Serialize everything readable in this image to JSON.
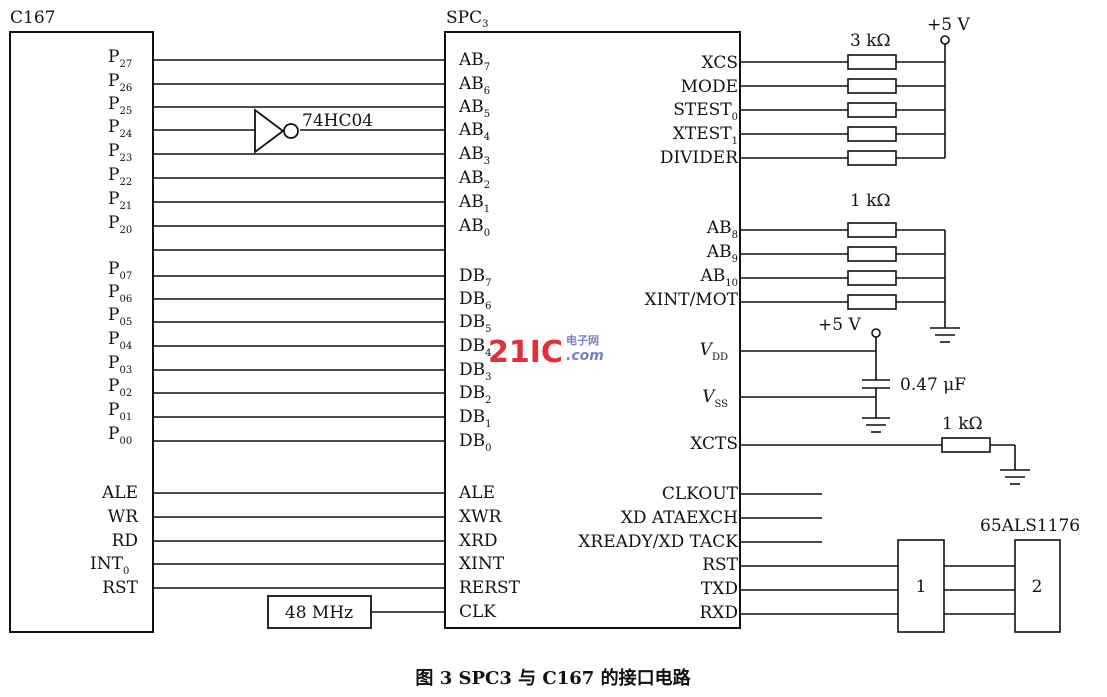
{
  "c167": {
    "title": "C167",
    "p_pins": [
      {
        "main": "P",
        "sub": "27"
      },
      {
        "main": "P",
        "sub": "26"
      },
      {
        "main": "P",
        "sub": "25"
      },
      {
        "main": "P",
        "sub": "24"
      },
      {
        "main": "P",
        "sub": "23"
      },
      {
        "main": "P",
        "sub": "22"
      },
      {
        "main": "P",
        "sub": "21"
      },
      {
        "main": "P",
        "sub": "20"
      },
      {
        "main": "P",
        "sub": "07"
      },
      {
        "main": "P",
        "sub": "06"
      },
      {
        "main": "P",
        "sub": "05"
      },
      {
        "main": "P",
        "sub": "04"
      },
      {
        "main": "P",
        "sub": "03"
      },
      {
        "main": "P",
        "sub": "02"
      },
      {
        "main": "P",
        "sub": "01"
      },
      {
        "main": "P",
        "sub": "00"
      }
    ],
    "ctrl_pins": [
      {
        "main": "ALE",
        "sub": ""
      },
      {
        "main": "WR",
        "sub": ""
      },
      {
        "main": "RD",
        "sub": ""
      },
      {
        "main": "INT",
        "sub": "0"
      },
      {
        "main": "RST",
        "sub": ""
      }
    ]
  },
  "spc3": {
    "title_main": "SPC",
    "title_sub": "3",
    "ab_pins": [
      {
        "main": "AB",
        "sub": "7"
      },
      {
        "main": "AB",
        "sub": "6"
      },
      {
        "main": "AB",
        "sub": "5"
      },
      {
        "main": "AB",
        "sub": "4"
      },
      {
        "main": "AB",
        "sub": "3"
      },
      {
        "main": "AB",
        "sub": "2"
      },
      {
        "main": "AB",
        "sub": "1"
      },
      {
        "main": "AB",
        "sub": "0"
      }
    ],
    "db_pins": [
      {
        "main": "DB",
        "sub": "7"
      },
      {
        "main": "DB",
        "sub": "6"
      },
      {
        "main": "DB",
        "sub": "5"
      },
      {
        "main": "DB",
        "sub": "4"
      },
      {
        "main": "DB",
        "sub": "3"
      },
      {
        "main": "DB",
        "sub": "2"
      },
      {
        "main": "DB",
        "sub": "1"
      },
      {
        "main": "DB",
        "sub": "0"
      }
    ],
    "left_ctrl": [
      {
        "main": "ALE",
        "sub": ""
      },
      {
        "main": "XWR",
        "sub": ""
      },
      {
        "main": "XRD",
        "sub": ""
      },
      {
        "main": "XINT",
        "sub": ""
      },
      {
        "main": "RERST",
        "sub": ""
      },
      {
        "main": "CLK",
        "sub": ""
      }
    ],
    "right_top": [
      {
        "main": "XCS",
        "sub": ""
      },
      {
        "main": "MODE",
        "sub": ""
      },
      {
        "main": "STEST",
        "sub": "0"
      },
      {
        "main": "XTEST",
        "sub": "1"
      },
      {
        "main": "DIVIDER",
        "sub": ""
      }
    ],
    "right_mid": [
      {
        "main": "AB",
        "sub": "8"
      },
      {
        "main": "AB",
        "sub": "9"
      },
      {
        "main": "AB",
        "sub": "10"
      },
      {
        "main": "XINT/MOT",
        "sub": ""
      }
    ],
    "vdd": {
      "main": "V",
      "sub": "DD"
    },
    "vss": {
      "main": "V",
      "sub": "SS"
    },
    "xcts": "XCTS",
    "right_bottom": [
      {
        "main": "CLKOUT",
        "sub": ""
      },
      {
        "main": "XD ATAEXCH",
        "sub": ""
      },
      {
        "main": "XREADY/XD TACK",
        "sub": ""
      },
      {
        "main": "RST",
        "sub": ""
      },
      {
        "main": "TXD",
        "sub": ""
      },
      {
        "main": "RXD",
        "sub": ""
      }
    ]
  },
  "components": {
    "inverter": "74HC04",
    "res_group1": "3 kΩ",
    "supply1": "+5 V",
    "res_group2": "1 kΩ",
    "supply2": "+5 V",
    "capacitor": "0.47 μF",
    "res_xcts": "1 kΩ",
    "clock": "48 MHz",
    "chip_65als": "65ALS1176",
    "box1": "1",
    "box2": "2"
  },
  "watermark": {
    "main": "21IC",
    "top": "电子网",
    "bottom": ".com"
  },
  "caption": "图 3   SPC3 与 C167 的接口电路",
  "colors": {
    "line": "#111111",
    "watermark": "#e0303a",
    "watermark_sub": "#7a7fc9"
  }
}
